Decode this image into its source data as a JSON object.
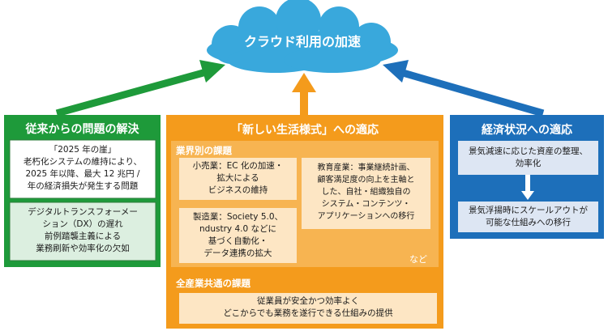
{
  "cloud": {
    "title": "クラウド利用の加速"
  },
  "colors": {
    "green": "#1e9a3a",
    "orange": "#f49b1c",
    "blue": "#1d6fba",
    "cloud": "#39a8dc"
  },
  "left": {
    "title": "従来からの問題の解決",
    "box1": [
      "「2025 年の崖」",
      "老朽化システムの維持により、",
      "2025 年以降、最大 12 兆円 /",
      "年の経済損失が発生する問題"
    ],
    "box2": [
      "デジタルトランスフォーメー",
      "ション（DX）の遅れ",
      "前例踏襲主義による",
      "業務刷新や効率化の欠如"
    ]
  },
  "center": {
    "title": "「新しい生活様式」への適応",
    "industry_heading": "業界別の課題",
    "retail": [
      "小売業：EC 化の加速・",
      "拡大による",
      "ビジネスの維持"
    ],
    "manufacturing": [
      "製造業：Society 5.0、",
      "ndustry 4.0 などに",
      "基づく自動化・",
      "データ連携の拡大"
    ],
    "education": [
      "教育産業：事業継続計画、",
      "顧客満足度の向上を主軸と",
      "した、自社・組織独自の",
      "システム・コンテンツ・",
      "アプリケーションへの移行"
    ],
    "etc": "など",
    "common_heading": "全産業共通の課題",
    "common": [
      "従業員が安全かつ効率よく",
      "どこからでも業務を遂行できる仕組みの提供"
    ]
  },
  "right": {
    "title": "経済状況への適応",
    "box1": [
      "景気減速に応じた資産の整理、",
      "効率化"
    ],
    "box2": [
      "景気浮揚時にスケールアウトが",
      "可能な仕組みへの移行"
    ]
  }
}
